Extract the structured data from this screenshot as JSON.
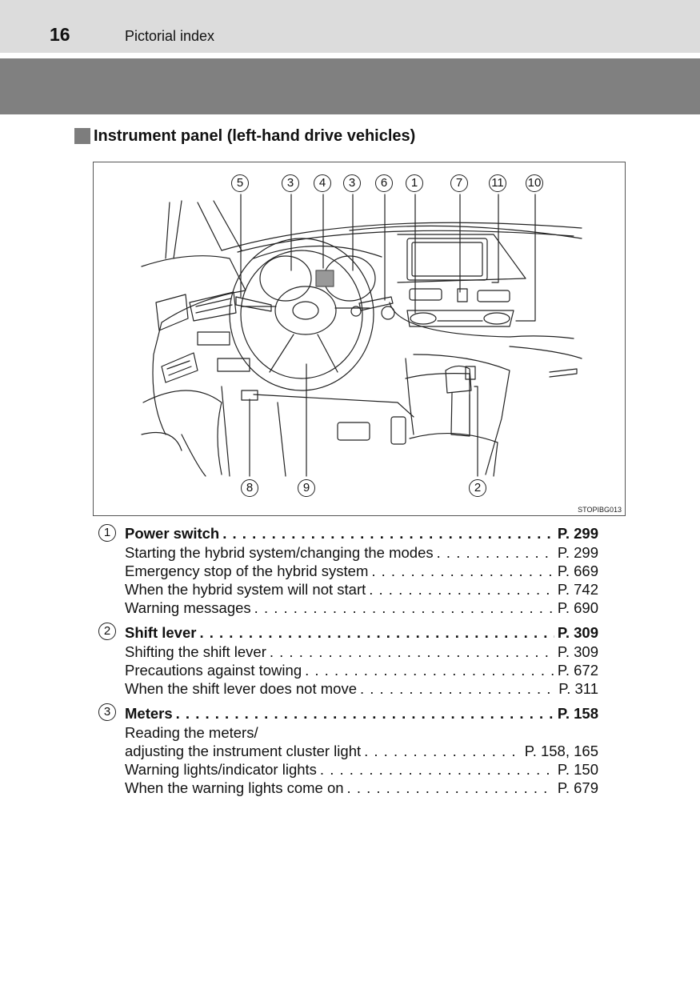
{
  "header": {
    "page_number": "16",
    "section": "Pictorial index"
  },
  "section_title": "Instrument panel (left-hand drive vehicles)",
  "figure": {
    "code": "STOPIBG013",
    "callouts_top": [
      "5",
      "3",
      "4",
      "3",
      "6",
      "1",
      "7",
      "11",
      "10"
    ],
    "callouts_bottom": [
      "8",
      "9",
      "2"
    ]
  },
  "entries": [
    {
      "num": "1",
      "title": "Power switch",
      "page": "P. 299",
      "subs": [
        {
          "text": "Starting the hybrid system/changing the modes",
          "page": "P. 299"
        },
        {
          "text": "Emergency stop of the hybrid system",
          "page": "P. 669"
        },
        {
          "text": "When the hybrid system will not start",
          "page": "P. 742"
        },
        {
          "text": "Warning messages",
          "page": "P. 690"
        }
      ]
    },
    {
      "num": "2",
      "title": "Shift lever",
      "page": "P. 309",
      "subs": [
        {
          "text": "Shifting the shift lever",
          "page": "P. 309"
        },
        {
          "text": "Precautions against towing",
          "page": "P. 672"
        },
        {
          "text": "When the shift lever does not move",
          "page": "P. 311"
        }
      ]
    },
    {
      "num": "3",
      "title": "Meters",
      "page": "P. 158",
      "subs": [
        {
          "text": "Reading the meters/",
          "page": ""
        },
        {
          "text": "adjusting the instrument cluster light",
          "page": "P. 158, 165"
        },
        {
          "text": "Warning lights/indicator lights",
          "page": "P. 150"
        },
        {
          "text": "When the warning lights come on",
          "page": "P. 679"
        }
      ]
    }
  ]
}
